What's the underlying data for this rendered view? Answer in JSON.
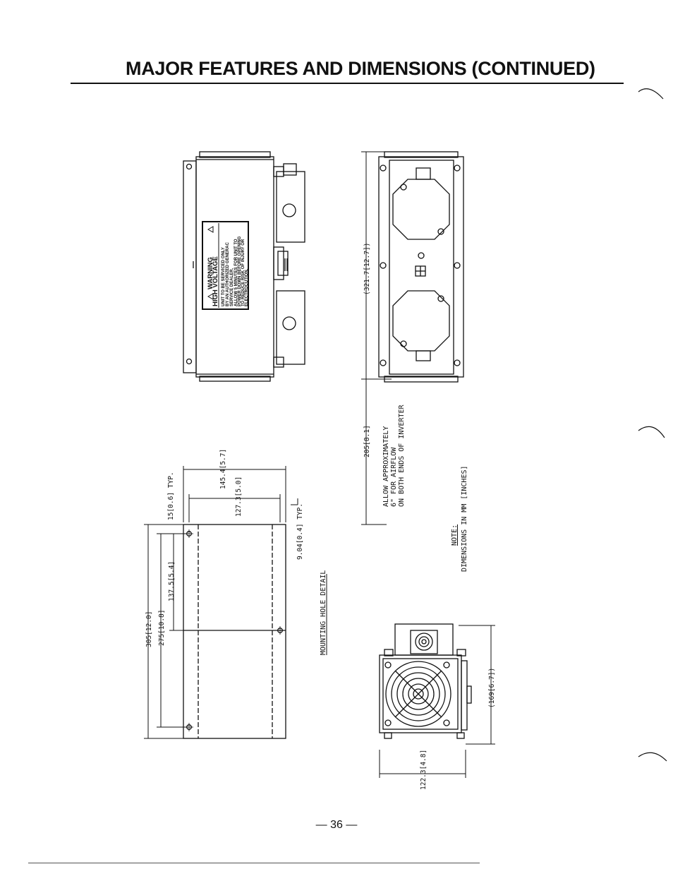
{
  "page": {
    "title": "MAJOR FEATURES AND DIMENSIONS (CONTINUED)",
    "page_number": "— 36 —"
  },
  "warning_label": {
    "heading": "WARNING",
    "subheading": "HIGH VOLTAGE",
    "lines": [
      "UNIT TO BE SERVICED ONLY",
      "BY AN AUTHORIZED GENERAC",
      "SERVICE DEALER.",
      "ALLOW 5 MINUTES FOR UNIT TO",
      "POWER DOWN BEFORE OPENING",
      "TO REDUCE RISK OF INJURY OR",
      "ELECTROCUTION."
    ]
  },
  "dimensions": {
    "top_height": "(321.7[12.7])",
    "airflow_gap": "205[8.1]",
    "hole_offset": "15[0.6] TYP.",
    "width_outer": "145.4[5.7]",
    "width_inner": "127.3[5.0]",
    "hole_dia": "9.04[0.4] TYP.",
    "length_inner": "137.5[5.4]",
    "length_outer": "305[12.0]",
    "length_mid": "275[10.8]",
    "end_height": "(169[6.7])",
    "end_width": "122.3[4.8]"
  },
  "notes": {
    "airflow": [
      "ALLOW APPROXIMATELY",
      "6\" FOR AIRFLOW",
      "ON BOTH ENDS OF INVERTER"
    ],
    "note_heading": "NOTE:",
    "units": "DIMENSIONS IN    MM [INCHES]"
  },
  "mounting_detail_label": "MOUNTING HOLE DETAIL"
}
